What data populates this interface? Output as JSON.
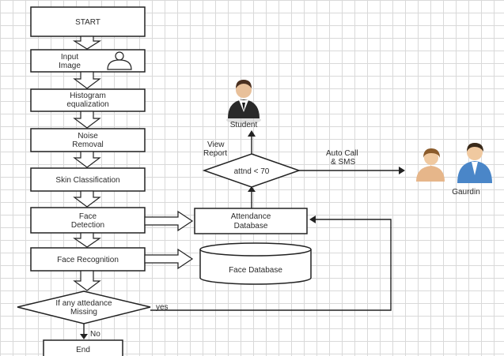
{
  "steps": {
    "start": "START",
    "input_image": [
      "Input",
      "Image"
    ],
    "histogram": [
      "Histogram",
      "equalization"
    ],
    "noise": [
      "Noise",
      "Removal"
    ],
    "skin": "Skin Classification",
    "face_detection": [
      "Face",
      "Detection"
    ],
    "face_recognition": "Face Recognition",
    "decision": [
      "If any attedance",
      "Missing"
    ],
    "end": "End"
  },
  "attendance_db": [
    "Attendance",
    "Database"
  ],
  "face_db": "Face Database",
  "attnd_decision": "attnd < 70",
  "labels": {
    "view_report": [
      "View",
      "Report"
    ],
    "auto_call": [
      "Auto Call",
      "& SMS"
    ],
    "yes": "yes",
    "no": "No"
  },
  "actors": {
    "student": "Student",
    "guardian": "Gaurdin"
  },
  "colors": {
    "line": "#222222",
    "grid": "#d9d9d9",
    "guardian_shirt": "#4a86c8",
    "student_suit": "#2a2a2a"
  },
  "icons": [
    "person-icon",
    "student-icon",
    "guardian-icon"
  ]
}
